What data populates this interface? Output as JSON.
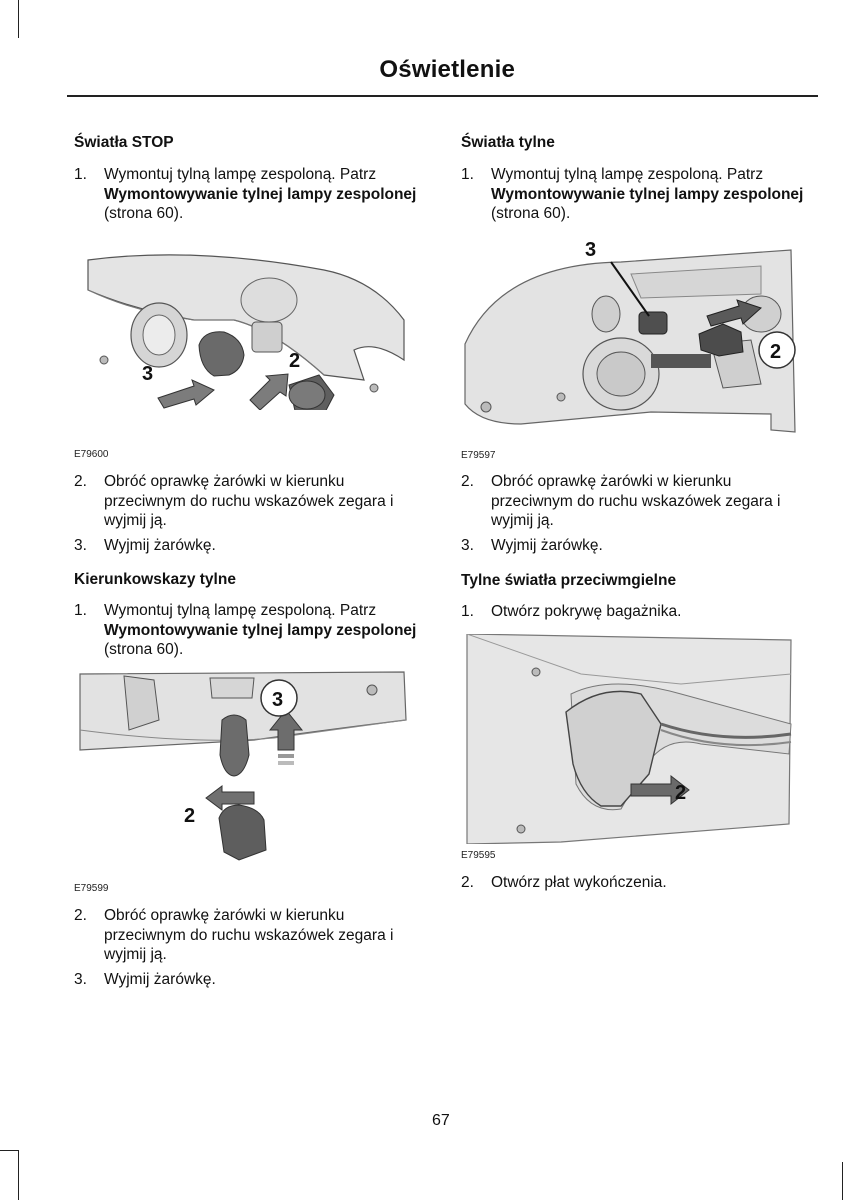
{
  "page": {
    "title": "Oświetlenie",
    "page_number": "67"
  },
  "left_column": {
    "stop_lights": {
      "heading": "Światła STOP",
      "step1": {
        "num": "1.",
        "pre": "Wymontuj tylną lampę zespoloną.  Patrz ",
        "bold": "Wymontowywanie tylnej lampy zespolonej",
        "post": " (strona 60)."
      },
      "figure": {
        "code": "E79600",
        "callouts": [
          "3",
          "2"
        ]
      },
      "step2": {
        "num": "2.",
        "text": "Obróć oprawkę żarówki w kierunku przeciwnym do ruchu wskazówek zegara i wyjmij ją."
      },
      "step3": {
        "num": "3.",
        "text": "Wyjmij żarówkę."
      }
    },
    "rear_indicators": {
      "heading": "Kierunkowskazy tylne",
      "step1": {
        "num": "1.",
        "pre": "Wymontuj tylną lampę zespoloną.  Patrz ",
        "bold": "Wymontowywanie tylnej lampy zespolonej",
        "post": " (strona 60)."
      },
      "figure": {
        "code": "E79599",
        "callouts": [
          "3",
          "2"
        ]
      },
      "step2": {
        "num": "2.",
        "text": "Obróć oprawkę żarówki w kierunku przeciwnym do ruchu wskazówek zegara i wyjmij ją."
      },
      "step3": {
        "num": "3.",
        "text": "Wyjmij żarówkę."
      }
    }
  },
  "right_column": {
    "tail_lights": {
      "heading": "Światła tylne",
      "step1": {
        "num": "1.",
        "pre": "Wymontuj tylną lampę zespoloną.  Patrz ",
        "bold": "Wymontowywanie tylnej lampy zespolonej",
        "post": " (strona 60)."
      },
      "figure": {
        "code": "E79597",
        "callouts": [
          "3",
          "2"
        ]
      },
      "step2": {
        "num": "2.",
        "text": "Obróć oprawkę żarówki w kierunku przeciwnym do ruchu wskazówek zegara i wyjmij ją."
      },
      "step3": {
        "num": "3.",
        "text": "Wyjmij żarówkę."
      }
    },
    "rear_fog_lights": {
      "heading": "Tylne światła przeciwmgielne",
      "step1": {
        "num": "1.",
        "text": "Otwórz pokrywę bagażnika."
      },
      "figure": {
        "code": "E79595",
        "callouts": [
          "2"
        ]
      },
      "step2": {
        "num": "2.",
        "text": "Otwórz płat wykończenia."
      }
    }
  }
}
